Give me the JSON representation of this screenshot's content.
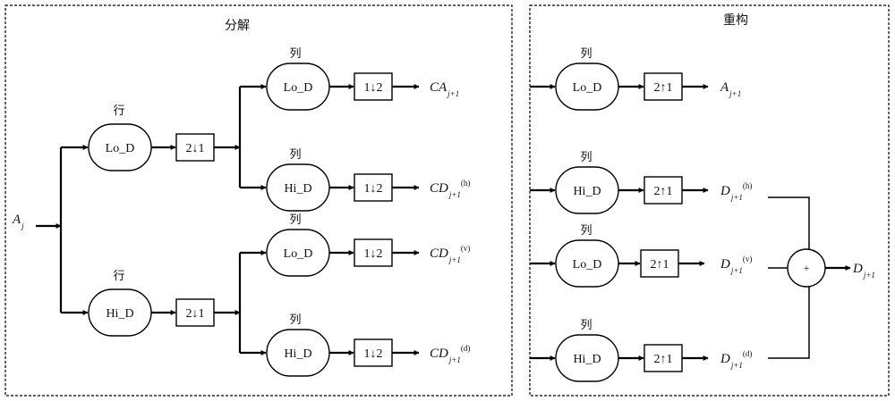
{
  "decomposition": {
    "title": "分解",
    "input": {
      "base": "A",
      "sub": "j"
    },
    "row_label": "行",
    "col_label": "列",
    "row_filters": [
      {
        "name": "Lo_D",
        "downsample": "2↓1"
      },
      {
        "name": "Hi_D",
        "downsample": "2↓1"
      }
    ],
    "col_filters": [
      {
        "name": "Lo_D",
        "downsample": "1↓2",
        "output": {
          "base": "CA",
          "sub": "j+1",
          "sup": ""
        }
      },
      {
        "name": "Hi_D",
        "downsample": "1↓2",
        "output": {
          "base": "CD",
          "sub": "j+1",
          "sup": "(h)"
        }
      },
      {
        "name": "Lo_D",
        "downsample": "1↓2",
        "output": {
          "base": "CD",
          "sub": "j+1",
          "sup": "(v)"
        }
      },
      {
        "name": "Hi_D",
        "downsample": "1↓2",
        "output": {
          "base": "CD",
          "sub": "j+1",
          "sup": "(d)"
        }
      }
    ]
  },
  "reconstruction": {
    "title": "重构",
    "col_label": "列",
    "filters": [
      {
        "name": "Lo_D",
        "upsample": "2↑1",
        "output": {
          "base": "A",
          "sub": "j+1",
          "sup": ""
        }
      },
      {
        "name": "Hi_D",
        "upsample": "2↑1",
        "output": {
          "base": "D",
          "sub": "j+1",
          "sup": "(h)"
        }
      },
      {
        "name": "Lo_D",
        "upsample": "2↑1",
        "output": {
          "base": "D",
          "sub": "j+1",
          "sup": "(v)"
        }
      },
      {
        "name": "Hi_D",
        "upsample": "2↑1",
        "output": {
          "base": "D",
          "sub": "j+1",
          "sup": "(d)"
        }
      }
    ],
    "sum_symbol": "+",
    "sum_output": {
      "base": "D",
      "sub": "j+1"
    }
  }
}
